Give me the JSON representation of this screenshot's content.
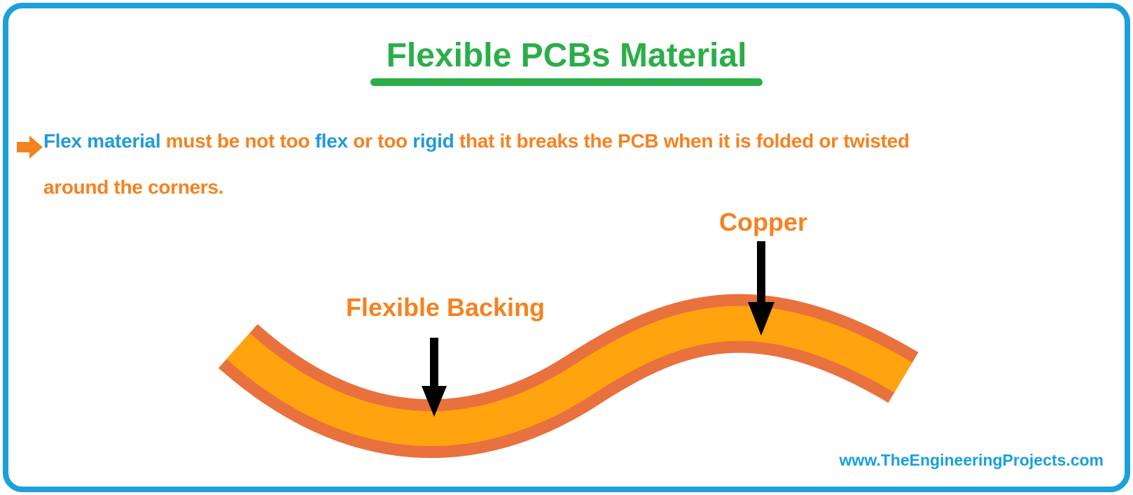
{
  "title": {
    "text": "Flexible PCBs Material"
  },
  "note": {
    "line1_segments": [
      {
        "text": "Flex material",
        "color": "#219BD8"
      },
      {
        "text": " must be not too ",
        "color": "#F5821F"
      },
      {
        "text": "flex",
        "color": "#219BD8"
      },
      {
        "text": " or too ",
        "color": "#F5821F"
      },
      {
        "text": "rigid",
        "color": "#219BD8"
      },
      {
        "text": " that it breaks the PCB when it is folded or twisted",
        "color": "#F5821F"
      }
    ],
    "line2": {
      "text": "around the corners."
    }
  },
  "diagram": {
    "copper_label": "Copper",
    "flexible_backing_label": "Flexible Backing"
  },
  "watermark": {
    "text": "www.TheEngineeringProjects.com"
  },
  "colors": {
    "border_blue": "#1BA0DC",
    "title_green": "#2BAE4A",
    "text_blue": "#219BD8",
    "text_orange": "#F5821F",
    "band_outline": "#E8713D",
    "band_core": "#FFA30F",
    "arrow_black": "#000000",
    "watermark_blue": "#18A0DC"
  }
}
